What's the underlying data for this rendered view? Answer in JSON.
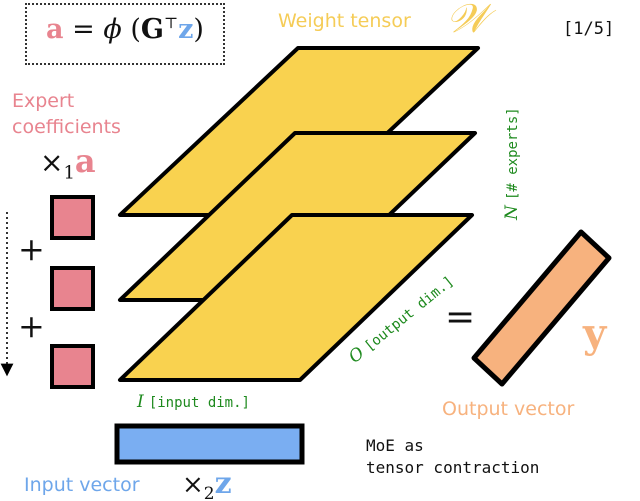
{
  "page_counter": "[1/5]",
  "formula": {
    "lhs_symbol": "a",
    "equals": "=",
    "phi": "ϕ",
    "open_paren": "(",
    "matrix_symbol": "G",
    "transpose": "⊤",
    "vector_symbol": "z",
    "close_paren": ")"
  },
  "weight_tensor": {
    "label": "Weight tensor",
    "symbol": "𝒲"
  },
  "expert_coefficients": {
    "label_line1": "Expert",
    "label_line2": "coefficients",
    "mode_product": "×",
    "mode_index": "1",
    "symbol": "a",
    "plus": "+"
  },
  "axis_labels": {
    "n_symbol": "N",
    "n_text": "[# experts]",
    "o_symbol": "O",
    "o_text": "[output dim.]",
    "i_symbol": "I",
    "i_text": "[input dim.]"
  },
  "equals_sign": "=",
  "output": {
    "symbol": "y",
    "label": "Output vector"
  },
  "input": {
    "label": "Input vector",
    "mode_product": "×",
    "mode_index": "2",
    "symbol": "z"
  },
  "caption": {
    "line1": "MoE as",
    "line2": "tensor contraction"
  },
  "colors": {
    "slice_fill": "#f9d24f",
    "coefficient_fill": "#e8848f",
    "output_fill": "#f7b27e",
    "input_fill": "#7aaef2",
    "pink_text": "#e8848f",
    "gold_text": "#f5cc57",
    "orange_text": "#f7b27e",
    "blue_text": "#6ea6ea",
    "green_text": "#1e8a1e",
    "outline": "#000000"
  }
}
